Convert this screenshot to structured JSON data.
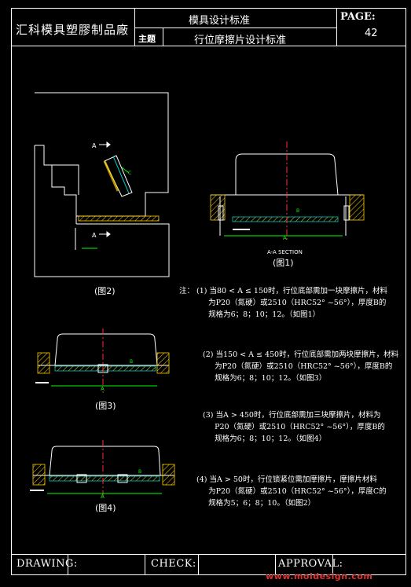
{
  "titleblock": {
    "company": "汇科模具塑膠制品廠",
    "doc_title": "模具设计标准",
    "subject_label": "主题",
    "subject": "行位摩擦片设计标准",
    "page_label": "PAGE:",
    "page_number": "42"
  },
  "figures": {
    "fig1_caption": "(图1)",
    "fig2_caption": "(图2)",
    "fig3_caption": "(图3)",
    "fig4_caption": "(图4)",
    "section_label": "A-A SECTION",
    "dim_a": "A",
    "dim_b": "B",
    "dim_c": "C"
  },
  "notes": {
    "prefix": "注：",
    "items": [
      "(1) 当80 < A ≤ 150时，行位底部需加一块摩擦片，材料\n     为P20（氮硬）或2510（HRC52° ~56°），厚度B的\n     规格为6；8；10；12。（如图1）",
      "(2) 当150 < A ≤ 450时，行位底部需加两块摩擦片，材料\n     为P20（氮硬）或2510（HRC52° ~56°），厚度B的\n     规格为6；8；10；12。（如图3）",
      "(3) 当A > 450时，行位底部需加三块摩擦片，材料为\n     P20（氮硬）或2510（HRC52° ~56°），厚度B的\n     规格为6；8；10；12。（如图4）",
      "(4) 当A > 50时，行位锁紧位需加摩擦片，摩擦片材料\n     为P20（氮硬）或2510（HRC52° ~56°），厚度C的\n     规格为5；6；8；10。（如图2）"
    ]
  },
  "footer": {
    "drawing": "DRAWING:",
    "check": "CHECK:",
    "approval": "APPROVAL:",
    "watermark": "www.moldesign.com"
  },
  "colors": {
    "frame": "#ffffff",
    "outline": "#ffffff",
    "centerline": "#ff3030",
    "wear_plate": "#00c8c8",
    "dimension": "#00ff00",
    "hatch": "#ffd000",
    "watermark": "#e03030"
  }
}
